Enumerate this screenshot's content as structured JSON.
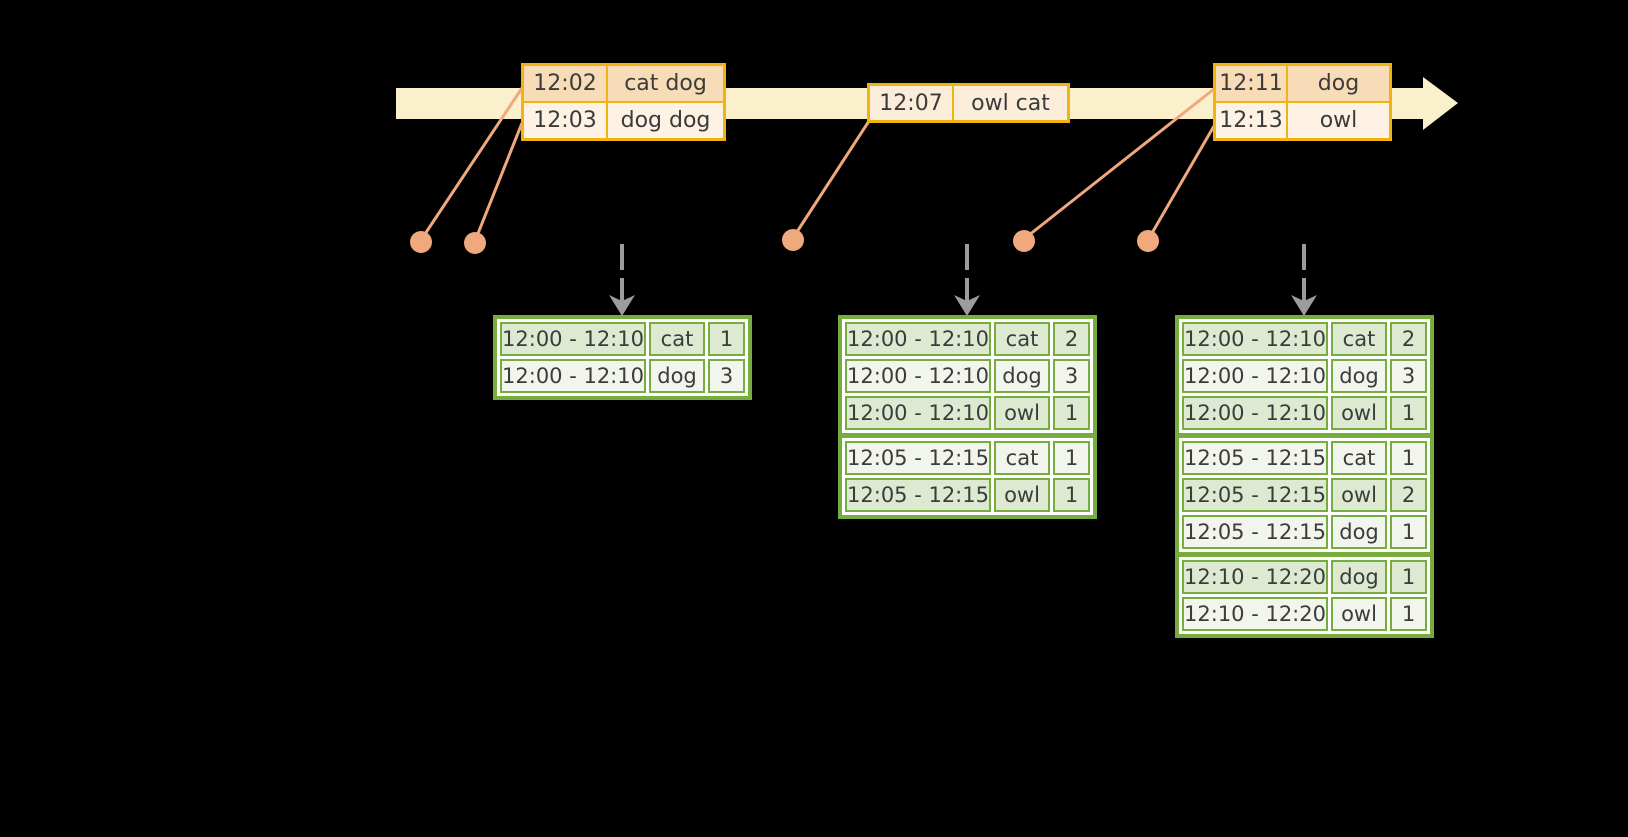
{
  "timeline": {
    "events": [
      {
        "time": "12:02",
        "words": "cat dog"
      },
      {
        "time": "12:03",
        "words": "dog dog"
      },
      {
        "time": "12:07",
        "words": "owl cat"
      },
      {
        "time": "12:11",
        "words": "dog"
      },
      {
        "time": "12:13",
        "words": "owl"
      }
    ]
  },
  "result_tables": [
    {
      "groups": [
        [
          {
            "window": "12:00 - 12:10",
            "word": "cat",
            "count": "1"
          },
          {
            "window": "12:00 - 12:10",
            "word": "dog",
            "count": "3"
          }
        ]
      ]
    },
    {
      "groups": [
        [
          {
            "window": "12:00 - 12:10",
            "word": "cat",
            "count": "2"
          },
          {
            "window": "12:00 - 12:10",
            "word": "dog",
            "count": "3"
          },
          {
            "window": "12:00 - 12:10",
            "word": "owl",
            "count": "1"
          }
        ],
        [
          {
            "window": "12:05 - 12:15",
            "word": "cat",
            "count": "1"
          },
          {
            "window": "12:05 - 12:15",
            "word": "owl",
            "count": "1"
          }
        ]
      ]
    },
    {
      "groups": [
        [
          {
            "window": "12:00 - 12:10",
            "word": "cat",
            "count": "2"
          },
          {
            "window": "12:00 - 12:10",
            "word": "dog",
            "count": "3"
          },
          {
            "window": "12:00 - 12:10",
            "word": "owl",
            "count": "1"
          }
        ],
        [
          {
            "window": "12:05 - 12:15",
            "word": "cat",
            "count": "1"
          },
          {
            "window": "12:05 - 12:15",
            "word": "owl",
            "count": "2"
          },
          {
            "window": "12:05 - 12:15",
            "word": "dog",
            "count": "1"
          }
        ],
        [
          {
            "window": "12:10 - 12:20",
            "word": "dog",
            "count": "1"
          },
          {
            "window": "12:10 - 12:20",
            "word": "owl",
            "count": "1"
          }
        ]
      ]
    }
  ],
  "colors": {
    "background": "#000000",
    "timeline_bar": "#FBF0CC",
    "event_border": "#F1B30E",
    "event_fill_dark": "#F8DCB8",
    "event_fill_light": "#FDF2E3",
    "connector_salmon": "#F0A87D",
    "trigger_gray": "#9C9C9C",
    "table_green": "#77AC3E",
    "cell_dark": "#DEE9D2",
    "cell_light": "#F1F5EC"
  }
}
